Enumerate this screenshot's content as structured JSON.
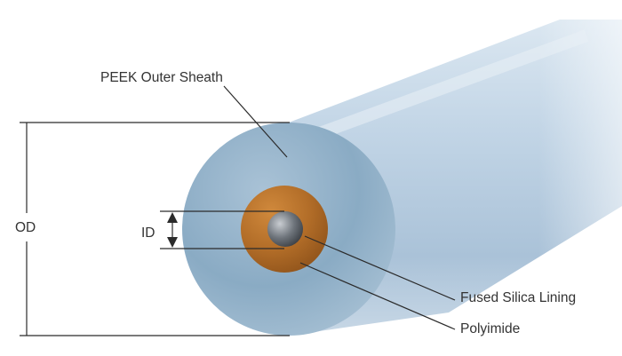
{
  "labels": {
    "outer_sheath": "PEEK Outer Sheath",
    "outer_diameter": "OD",
    "inner_diameter": "ID",
    "lining": "Fused Silica Lining",
    "middle_layer": "Polyimide"
  },
  "colors": {
    "sheath_face": "#8fb0cb",
    "sheath_body": "#b9cfe2",
    "polyimide": "#b8732c",
    "bore": "#555a60",
    "lines": "#2b2b2b",
    "text": "#333333"
  }
}
